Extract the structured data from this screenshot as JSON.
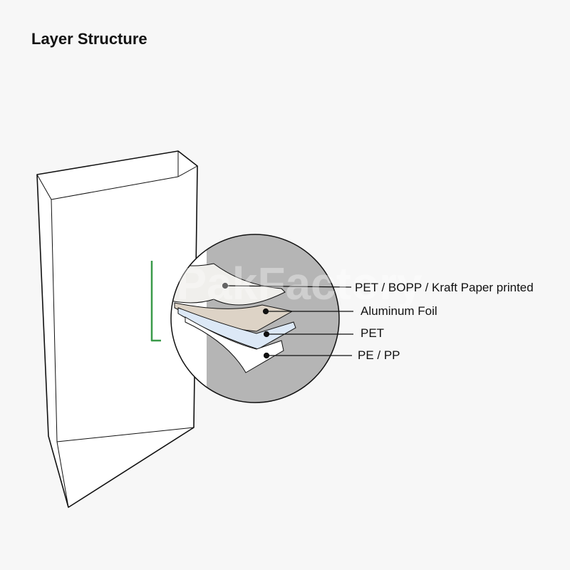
{
  "title": "Layer Structure",
  "watermark": "PakFactory",
  "layers": [
    {
      "label": "PET / BOPP / Kraft Paper printed",
      "color": "#f0efec"
    },
    {
      "label": "Aluminum Foil",
      "color": "#ddd3c6"
    },
    {
      "label": "PET",
      "color": "#dce8f6"
    },
    {
      "label": "PE / PP",
      "color": "#ffffff"
    }
  ],
  "colors": {
    "background": "#f7f7f7",
    "zoom_fill": "#b5b5b5",
    "seam": "#3a9a4a"
  }
}
